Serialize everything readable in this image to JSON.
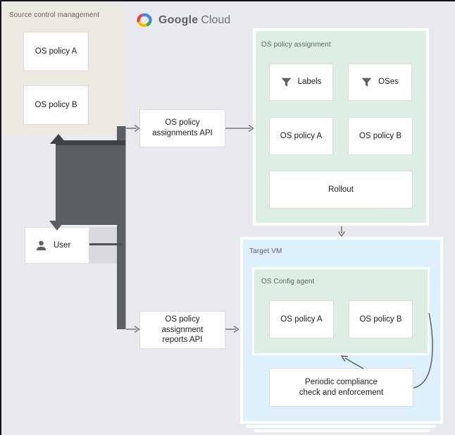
{
  "logo": {
    "google": "Google",
    "cloud": "Cloud"
  },
  "source_control": {
    "label": "Source control management",
    "policies": [
      "OS policy A",
      "OS policy B"
    ]
  },
  "user": {
    "label": "User"
  },
  "assignments_api": {
    "lines": [
      "OS policy",
      "assignments API"
    ]
  },
  "reports_api": {
    "lines": [
      "OS policy",
      "assignment",
      "reports API"
    ]
  },
  "policy_assignment": {
    "label": "OS policy assignment",
    "filters": [
      "Labels",
      "OSes"
    ],
    "policies": [
      "OS policy A",
      "OS policy B"
    ],
    "rollout": "Rollout"
  },
  "target_vm": {
    "label": "Target VM",
    "agent": {
      "label": "OS Config agent",
      "policies": [
        "OS policy A",
        "OS policy B"
      ]
    },
    "periodic": {
      "lines": [
        "Periodic compliance",
        "check and enforcement"
      ]
    }
  },
  "colors": {
    "background": "#e8eaed",
    "panel_beige": "#ece9e1",
    "panel_green": "#ddeee4",
    "panel_blue": "#ddf0fb",
    "connector_dark": "#5b5e63",
    "connector_darker": "#3e4145",
    "arrow_gray": "#797d82",
    "box_border": "#dadce0",
    "label_gray": "#5f6368",
    "text_dark": "#202124",
    "google_blue": "#4285F4",
    "google_red": "#EA4335",
    "google_yellow": "#FBBC05",
    "google_green": "#34A853"
  }
}
